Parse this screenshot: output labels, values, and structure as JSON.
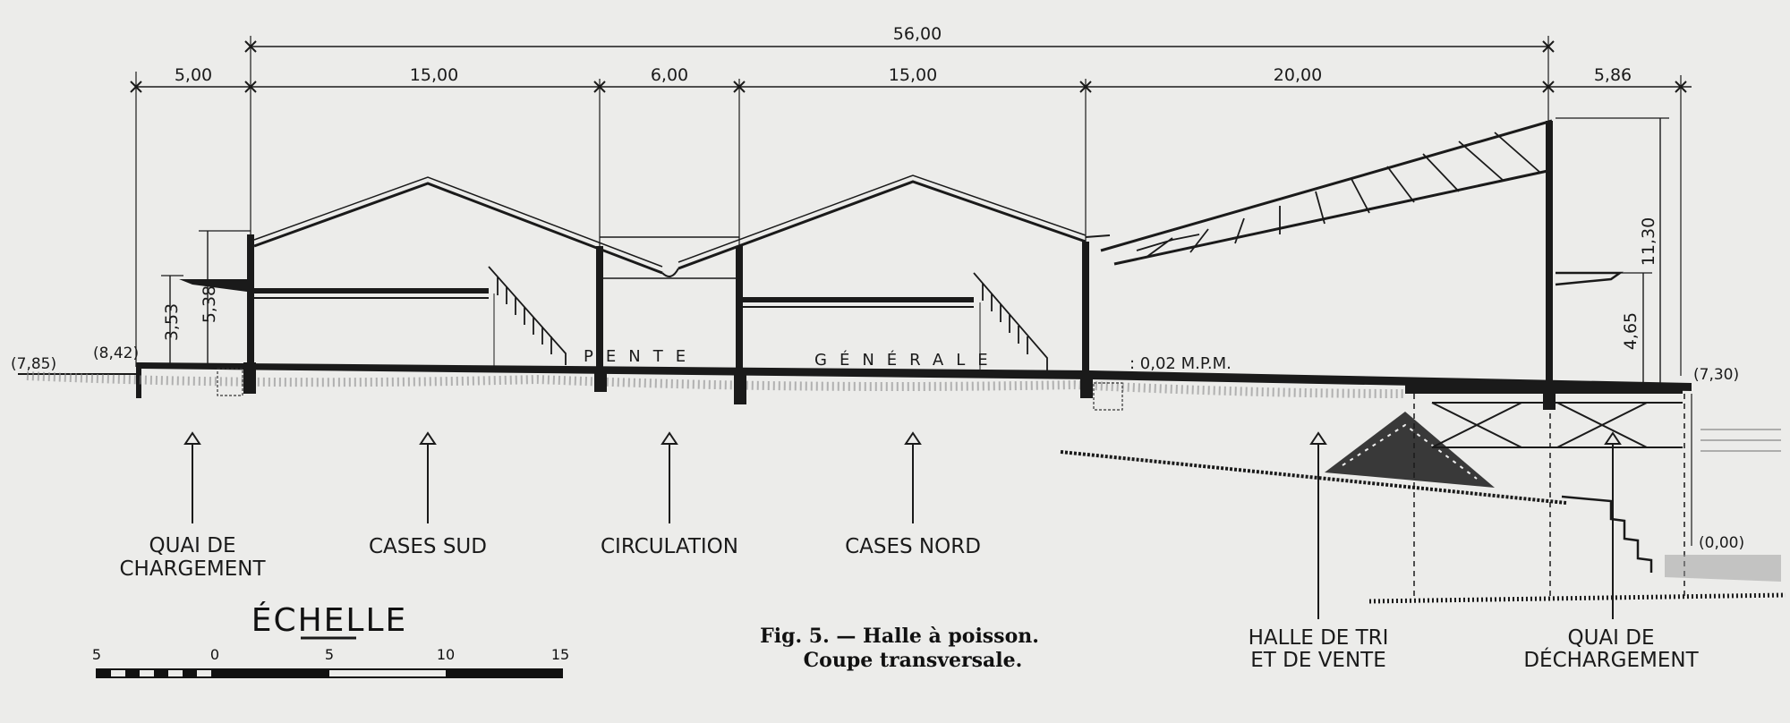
{
  "dimensions": {
    "overall": "56,00",
    "quai_chargement": "5,00",
    "cases_sud": "15,00",
    "circulation": "6,00",
    "cases_nord": "15,00",
    "halle_tri": "20,00",
    "quai_dechargement": "5,86",
    "h_left_low": "3,53",
    "h_left_high": "5,38",
    "h_right_high": "11,30",
    "h_right_low": "4,65"
  },
  "levels": {
    "left_ground": "(7,85)",
    "left_quay": "(8,42)",
    "right_quay": "(7,30)",
    "water": "(0,00)"
  },
  "slope": {
    "word1": "PENTE",
    "word2": "GÉNÉRALE",
    "value": ": 0,02 M.P.M."
  },
  "labels": {
    "quai_chargement_1": "QUAI  DE",
    "quai_chargement_2": "CHARGEMENT",
    "cases_sud": "CASES SUD",
    "circulation": "CIRCULATION",
    "cases_nord": "CASES NORD",
    "halle_tri_1": "HALLE DE TRI",
    "halle_tri_2": "ET DE VENTE",
    "quai_dechargement_1": "QUAI   DE",
    "quai_dechargement_2": "DÉCHARGEMENT"
  },
  "scale": {
    "title": "ÉCHELLE",
    "ticks": [
      "5",
      "0",
      "5",
      "10",
      "15"
    ]
  },
  "caption": {
    "line1": "Fig. 5. — Halle à poisson.",
    "line2": "Coupe transversale."
  }
}
